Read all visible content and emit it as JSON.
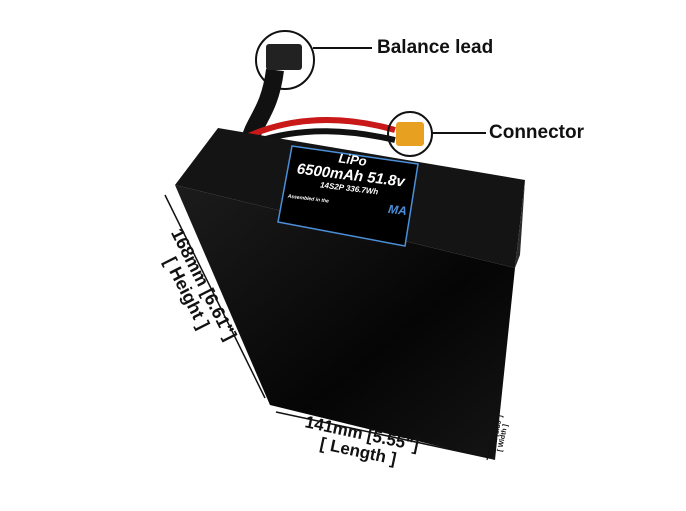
{
  "callouts": {
    "balance_lead": "Balance lead",
    "connector": "Connector"
  },
  "label": {
    "chemistry": "LiPo",
    "capacity_voltage": "6500mAh 51.8v",
    "config_energy": "14S2P 336.7Wh",
    "assembled": "Assembled in the",
    "logo": "MA"
  },
  "dimensions": {
    "height": "168mm [6.61\"]",
    "height_tag": "[ Height ]",
    "length": "141mm [5.55\"]",
    "length_tag": "[ Length ]",
    "width": "47mm [1.85\"]",
    "width_tag": "[ Width ]"
  },
  "colors": {
    "battery": "#0b0b0b",
    "label_border": "#4a8fd8",
    "wire_red": "#c81818",
    "connector": "#e8a020"
  }
}
